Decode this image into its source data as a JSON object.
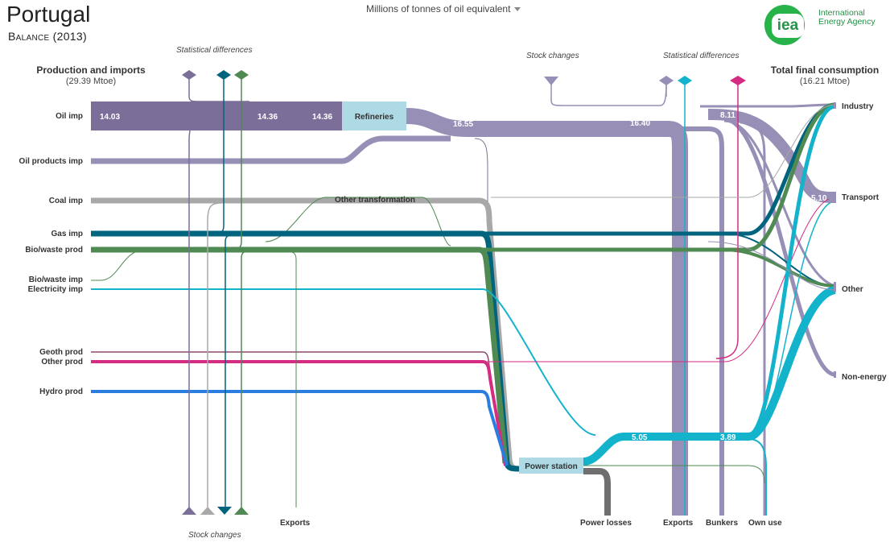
{
  "header": {
    "title": "Portugal",
    "subtitle": "Balance (2013)",
    "unit_selector": "Millions of tonnes of oil equivalent",
    "logo_mark": "iea",
    "logo_name_line1": "International",
    "logo_name_line2": "Energy Agency"
  },
  "columns": {
    "left_title": "Production and imports",
    "left_total": "(29.39 Mtoe)",
    "right_title": "Total final consumption",
    "right_total": "(16.21 Mtoe)"
  },
  "annotations": {
    "stat_diff_left": "Statistical differences",
    "stock_changes_top": "Stock  changes",
    "stat_diff_right": "Statistical differences",
    "stock_changes_bottom": "Stock changes"
  },
  "sources": [
    {
      "label": "Oil imp"
    },
    {
      "label": "Oil products imp"
    },
    {
      "label": "Coal imp"
    },
    {
      "label": "Gas imp"
    },
    {
      "label": "Bio/waste prod"
    },
    {
      "label": "Bio/waste imp"
    },
    {
      "label": "Electricity imp"
    },
    {
      "label": "Geoth prod"
    },
    {
      "label": "Other prod"
    },
    {
      "label": "Hydro prod"
    }
  ],
  "nodes": {
    "refineries": "Refineries",
    "other_transformation": "Other transformation",
    "power_station": "Power station"
  },
  "sinks_right": [
    {
      "label": "Industry"
    },
    {
      "label": "Transport"
    },
    {
      "label": "Other"
    },
    {
      "label": "Non-energy"
    }
  ],
  "sinks_bottom": {
    "exports_left": "Exports",
    "power_losses": "Power losses",
    "exports_right": "Exports",
    "bunkers": "Bunkers",
    "own_use": "Own use"
  },
  "flow_values": {
    "oil_imp_1": "14.03",
    "oil_imp_2": "14.36",
    "oil_imp_3": "14.36",
    "refinery_out": "16.55",
    "oil_mid": "16.40",
    "to_bunkers": "8.11",
    "transport": "5.10",
    "elec_1": "5.05",
    "elec_2": "3.89"
  },
  "colors": {
    "oil": "#7b6f9a",
    "oil_products": "#978fb6",
    "coal": "#a8a8a8",
    "gas": "#00647f",
    "bio": "#4e8a52",
    "electricity": "#13b3cc",
    "geoth": "#8b4a6a",
    "other_prod": "#d62b83",
    "hydro": "#2b7de0",
    "node_fill": "#aedae6",
    "losses": "#6f6f6f"
  }
}
